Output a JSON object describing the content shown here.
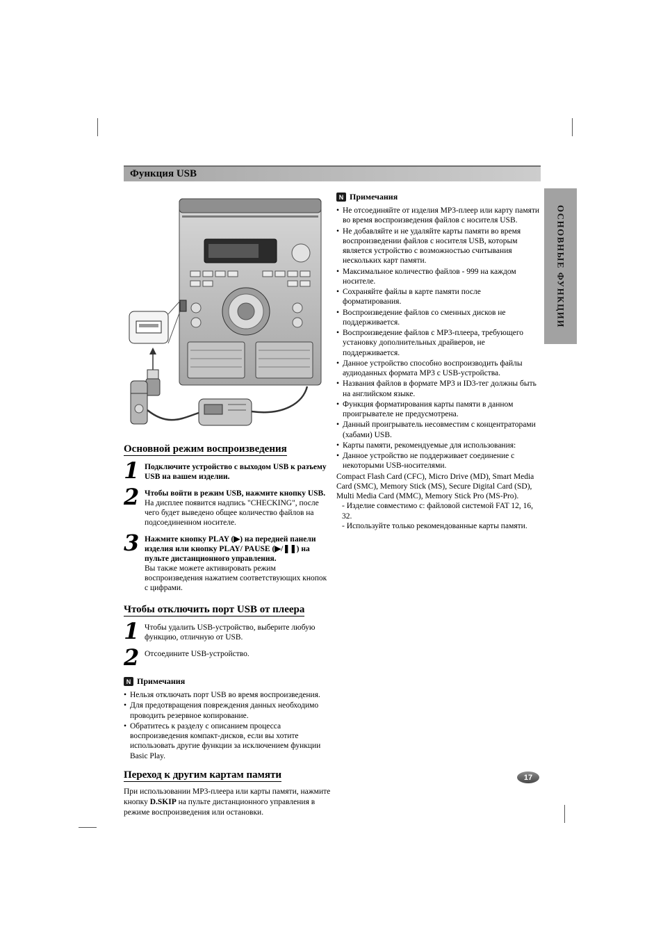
{
  "header": {
    "title": "Функция USB"
  },
  "side_tab": {
    "label": "ОСНОВНЫЕ ФУНКЦИИ"
  },
  "page_number": "17",
  "note_icon_glyph": "N",
  "right_notes": {
    "title": "Примечания",
    "bullets": [
      "Не отсоединяйте от изделия MP3-плеер или карту памяти во время воспроизведения файлов с носителя USB.",
      "Не добавляйте и не удаляйте карты памяти во время воспроизведении файлов с носителя USB, которым является устройство с возможностью считывания нескольких карт памяти.",
      "Максимальное количество файлов - 999 на каждом носителе.",
      "Сохраняйте файлы в карте памяти после форматирования.",
      "Воспроизведение файлов со сменных дисков не поддерживается.",
      "Воспроизведение файлов с MP3-плеера, требующего установку дополнительных драйверов, не поддерживается.",
      "Данное устройство способно воспроизводить файлы аудиоданных формата MP3 с USB-устройства.",
      "Названия файлов в формате MP3 и ID3-тег должны быть на английском языке.",
      "Функция форматирования карты памяти в данном проигрывателе не предусмотрена.",
      "Данный проигрыватель несовместим с концентраторами (хабами) USB.",
      "Карты памяти, рекомендуемые для использования:",
      "Данное устройство не поддерживает соединение с некоторыми USB-носителями."
    ],
    "card_list": "Compact Flash Card (CFC), Micro Drive (MD), Smart Media Card (SMC), Memory Stick (MS), Secure Digital Card (SD), Multi Media Card (MMC), Memory Stick Pro (MS-Pro).",
    "dashes": [
      "- Изделие совместимо с: файловой системой FAT 12, 16, 32.",
      "- Используйте только рекомендованные карты памяти."
    ]
  },
  "playback_section": {
    "title": "Основной режим воспроизведения",
    "steps": [
      {
        "num": "1",
        "bold": "Подключите устройство с выходом USB к разъему USB на вашем изделии.",
        "text": ""
      },
      {
        "num": "2",
        "bold": "Чтобы войти в режим USB, нажмите кнопку USB.",
        "text": "На дисплее появится надпись \"CHECKING\", после чего будет выведено общее количество файлов на подсоединенном носителе."
      },
      {
        "num": "3",
        "bold": "Нажмите кнопку PLAY (▶) на передней панели изделия или кнопку PLAY/ PAUSE (▶/❚❚) на пульте дистанционного управления.",
        "text": "Вы также можете активировать режим воспроизведения нажатием соответствующих кнопок с цифрами."
      }
    ]
  },
  "disconnect_section": {
    "title": "Чтобы отключить порт USB от плеера",
    "steps": [
      {
        "num": "1",
        "text": "Чтобы удалить USB-устройство, выберите любую функцию, отличную от USB."
      },
      {
        "num": "2",
        "text": "Отсоедините USB-устройство."
      }
    ]
  },
  "left_notes": {
    "title": "Примечания",
    "bullets": [
      "Нельзя отключать порт USB во время воспроизведения.",
      "Для предотвращения повреждения данных необходимо проводить резервное копирование.",
      "Обратитесь к разделу с описанием процесса воспроизведения компакт-дисков, если вы хотите использовать другие функции за исключением функции Basic Play."
    ]
  },
  "memory_section": {
    "title": "Переход к другим картам памяти",
    "para_pre": "При использовании MP3-плеера или карты памяти, нажмите кнопку ",
    "para_bold": "D.SKIP",
    "para_post": " на пульте дистанционного управления в режиме воспроизведения или остановки."
  }
}
